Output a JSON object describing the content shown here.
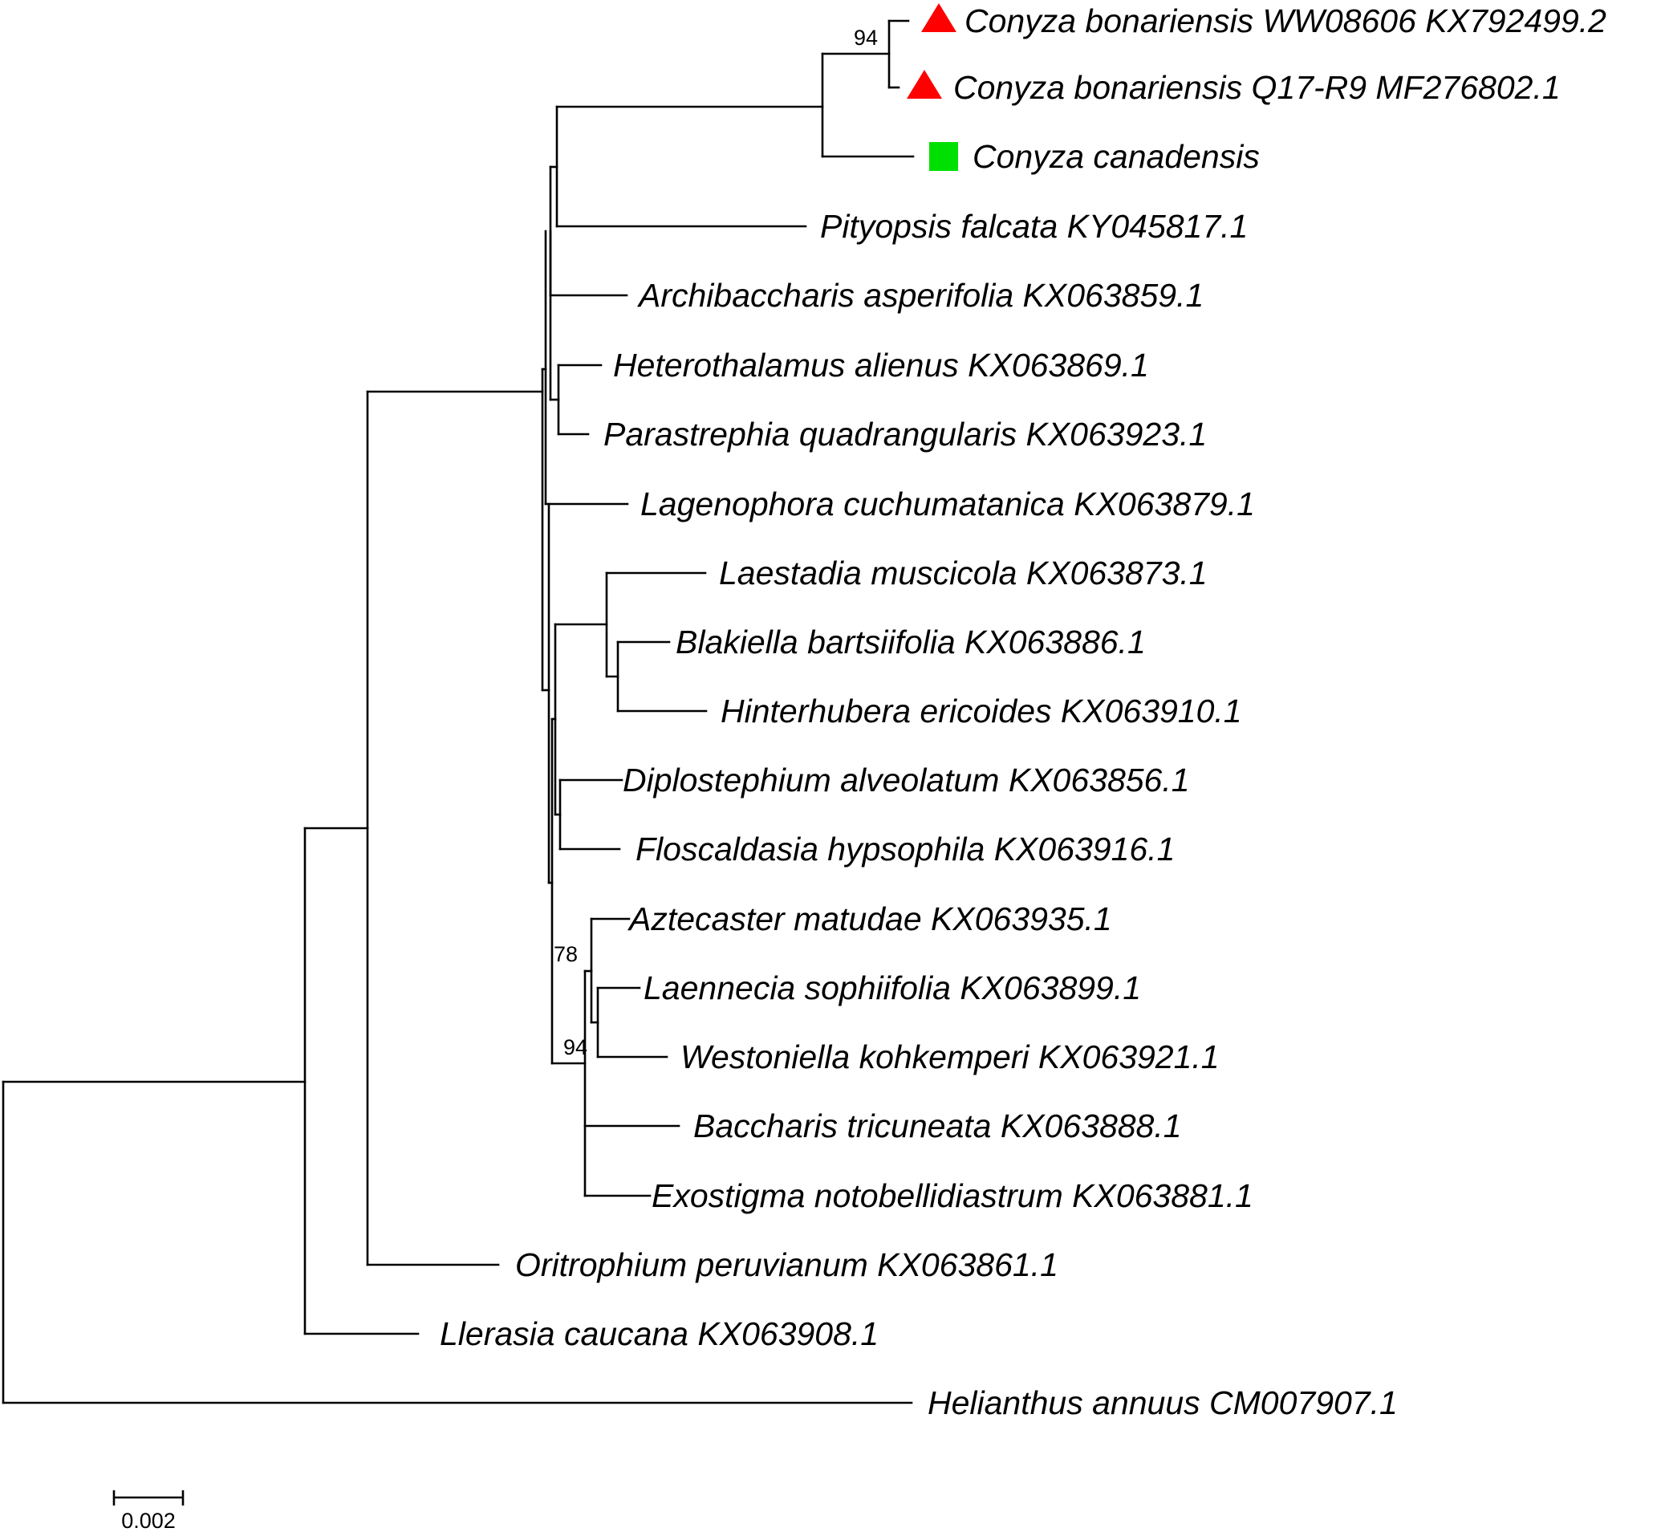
{
  "taxa": [
    {
      "label": "Conyza bonariensis WW08606 KX792499.2",
      "marker": "triangle"
    },
    {
      "label": "Conyza bonariensis Q17-R9 MF276802.1",
      "marker": "triangle"
    },
    {
      "label": "Conyza canadensis",
      "marker": "square"
    },
    {
      "label": "Pityopsis falcata KY045817.1",
      "marker": null
    },
    {
      "label": "Archibaccharis asperifolia KX063859.1",
      "marker": null
    },
    {
      "label": "Heterothalamus alienus KX063869.1",
      "marker": null
    },
    {
      "label": "Parastrephia quadrangularis KX063923.1",
      "marker": null
    },
    {
      "label": "Lagenophora cuchumatanica KX063879.1",
      "marker": null
    },
    {
      "label": "Laestadia muscicola KX063873.1",
      "marker": null
    },
    {
      "label": "Blakiella bartsiifolia KX063886.1",
      "marker": null
    },
    {
      "label": "Hinterhubera ericoides KX063910.1",
      "marker": null
    },
    {
      "label": "Diplostephium alveolatum KX063856.1",
      "marker": null
    },
    {
      "label": "Floscaldasia hypsophila KX063916.1",
      "marker": null
    },
    {
      "label": "Aztecaster matudae KX063935.1",
      "marker": null
    },
    {
      "label": "Laennecia sophiifolia KX063899.1",
      "marker": null
    },
    {
      "label": "Westoniella kohkemperi KX063921.1",
      "marker": null
    },
    {
      "label": "Baccharis tricuneata KX063888.1",
      "marker": null
    },
    {
      "label": "Exostigma notobellidiastrum KX063881.1",
      "marker": null
    },
    {
      "label": "Oritrophium peruvianum KX063861.1",
      "marker": null
    },
    {
      "label": "Llerasia caucana KX063908.1",
      "marker": null
    },
    {
      "label": "Helianthus annuus CM007907.1",
      "marker": null
    }
  ],
  "support_values": [
    "94",
    "78",
    "94"
  ],
  "scale_bar": {
    "label": "0.002",
    "length": 0.002
  },
  "colors": {
    "triangle_marker": "#ff0000",
    "square_marker": "#00e000",
    "branch": "#000000"
  },
  "marker_icons": {
    "triangle": "red-triangle-icon",
    "square": "green-square-icon"
  }
}
